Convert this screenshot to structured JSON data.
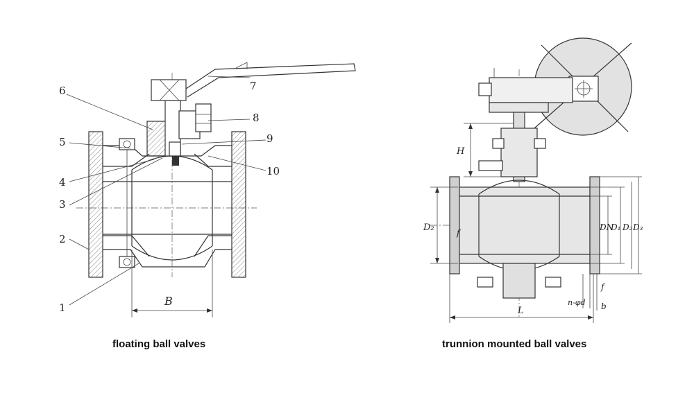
{
  "captions": {
    "left": "floating ball valves",
    "right": "trunnion mounted ball valves"
  },
  "left_diagram": {
    "part_numbers": [
      "1",
      "2",
      "3",
      "4",
      "5",
      "6",
      "7",
      "8",
      "9",
      "10"
    ],
    "dimension_label": "B"
  },
  "right_diagram": {
    "labels": {
      "H": "H",
      "D2": "D₂",
      "f_left": "f",
      "DN": "DN",
      "D1": "D₁",
      "D2b": "D₂",
      "D3": "D₃",
      "nphid": "n-φd",
      "f_right": "f",
      "b": "b",
      "L": "L"
    }
  }
}
